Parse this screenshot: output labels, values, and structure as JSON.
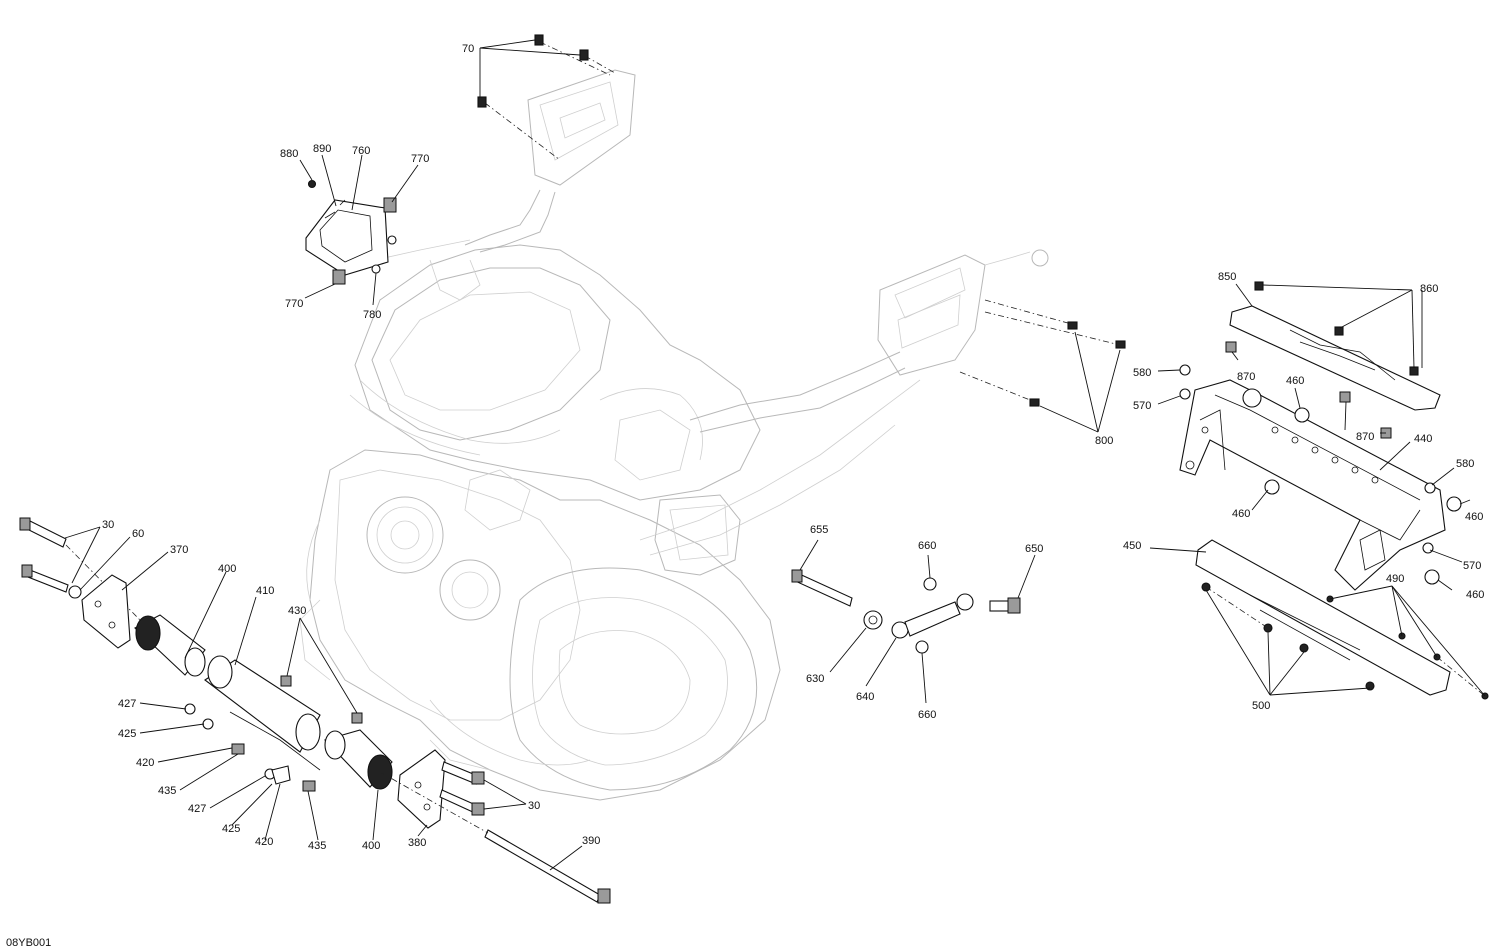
{
  "diagram_code": "08YB001",
  "labels": {
    "l70": "70",
    "l880": "880",
    "l890": "890",
    "l760": "760",
    "l770a": "770",
    "l770b": "770",
    "l780": "780",
    "l850": "850",
    "l860": "860",
    "l580a": "580",
    "l870a": "870",
    "l460a": "460",
    "l570a": "570",
    "l870b": "870",
    "l440": "440",
    "l800": "800",
    "l580b": "580",
    "l460b": "460",
    "l460c": "460",
    "l570b": "570",
    "l450": "450",
    "l490": "490",
    "l460d": "460",
    "l500": "500",
    "l655": "655",
    "l660a": "660",
    "l650": "650",
    "l630": "630",
    "l640": "640",
    "l660b": "660",
    "l30a": "30",
    "l60": "60",
    "l370": "370",
    "l400a": "400",
    "l410": "410",
    "l430": "430",
    "l427a": "427",
    "l425a": "425",
    "l420a": "420",
    "l435a": "435",
    "l427b": "427",
    "l425b": "425",
    "l420b": "420",
    "l435b": "435",
    "l400b": "400",
    "l380": "380",
    "l30b": "30",
    "l390": "390"
  }
}
